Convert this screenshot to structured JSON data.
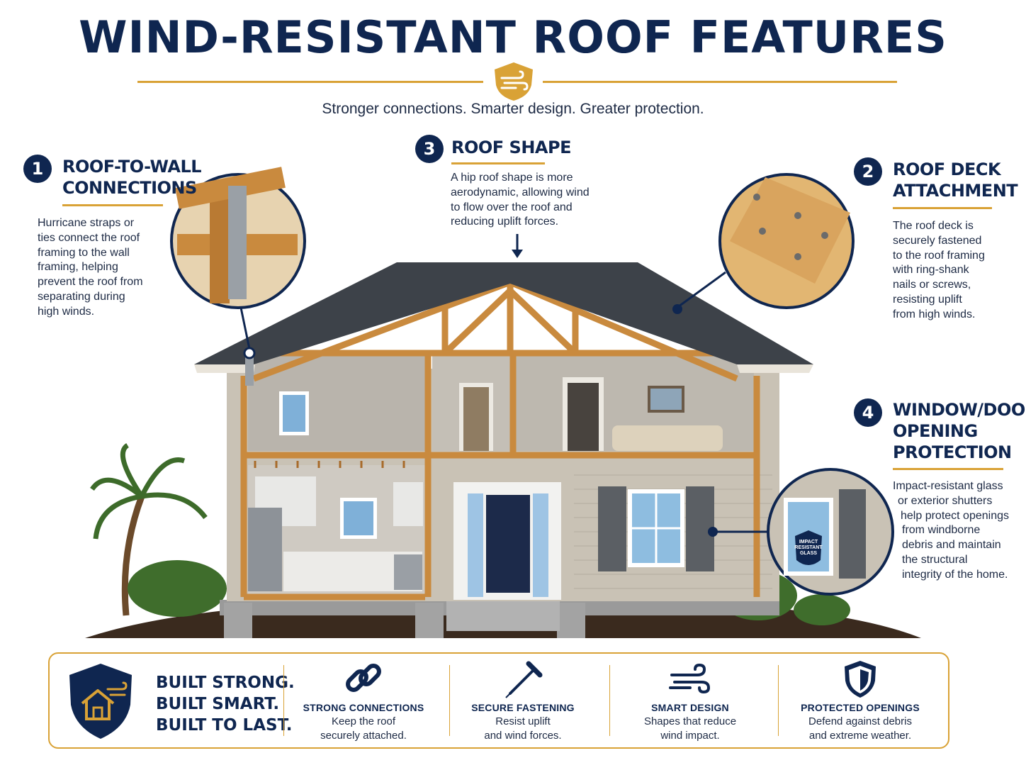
{
  "header": {
    "title": "WIND-RESISTANT ROOF FEATURES",
    "subtitle": "Stronger connections. Smarter design. Greater protection.",
    "badge_icon": "wind-shield-icon"
  },
  "features": [
    {
      "number": "1",
      "title_lines": [
        "ROOF-TO-WALL",
        "CONNECTIONS"
      ],
      "description_lines": [
        "Hurricane straps or",
        "ties connect the roof",
        "framing to the wall",
        "framing, helping",
        "prevent the roof from",
        "separating during",
        "high winds."
      ]
    },
    {
      "number": "2",
      "title_lines": [
        "ROOF DECK",
        "ATTACHMENT"
      ],
      "description_lines": [
        "The roof deck is",
        "securely fastened",
        "to the roof framing",
        "with ring-shank",
        "nails or screws,",
        "resisting uplift",
        "from high winds."
      ]
    },
    {
      "number": "3",
      "title_lines": [
        "ROOF SHAPE"
      ],
      "description_lines": [
        "A hip roof shape is more",
        "aerodynamic, allowing wind",
        "to flow over the roof and",
        "reducing uplift forces."
      ]
    },
    {
      "number": "4",
      "title_lines": [
        "WINDOW/DOOR",
        "OPENING",
        "PROTECTION"
      ],
      "description_lines": [
        "Impact-resistant glass",
        "or exterior shutters",
        "help protect openings",
        "from windborne",
        "debris and maintain",
        "the structural",
        "integrity of the home."
      ]
    }
  ],
  "illustration": {
    "window_label_lines": [
      "IMPACT",
      "RESISTANT",
      "GLASS"
    ]
  },
  "colors": {
    "navy": "#0f2650",
    "gold": "#d9a236",
    "wood": "#c98a3e",
    "shingle": "#3d4249",
    "siding": "#c9c2b5"
  },
  "footer": {
    "tagline_lines": [
      "BUILT STRONG.",
      "BUILT SMART.",
      "BUILT TO LAST."
    ],
    "tagline_icon": "house-shield-icon",
    "items": [
      {
        "icon": "chain-link-icon",
        "title": "STRONG CONNECTIONS",
        "desc_lines": [
          "Keep the roof",
          "securely attached."
        ]
      },
      {
        "icon": "nail-icon",
        "title": "SECURE FASTENING",
        "desc_lines": [
          "Resist uplift",
          "and wind forces."
        ]
      },
      {
        "icon": "wind-icon",
        "title": "SMART DESIGN",
        "desc_lines": [
          "Shapes that reduce",
          "wind impact."
        ]
      },
      {
        "icon": "shield-icon",
        "title": "PROTECTED OPENINGS",
        "desc_lines": [
          "Defend against debris",
          "and extreme weather."
        ]
      }
    ]
  }
}
